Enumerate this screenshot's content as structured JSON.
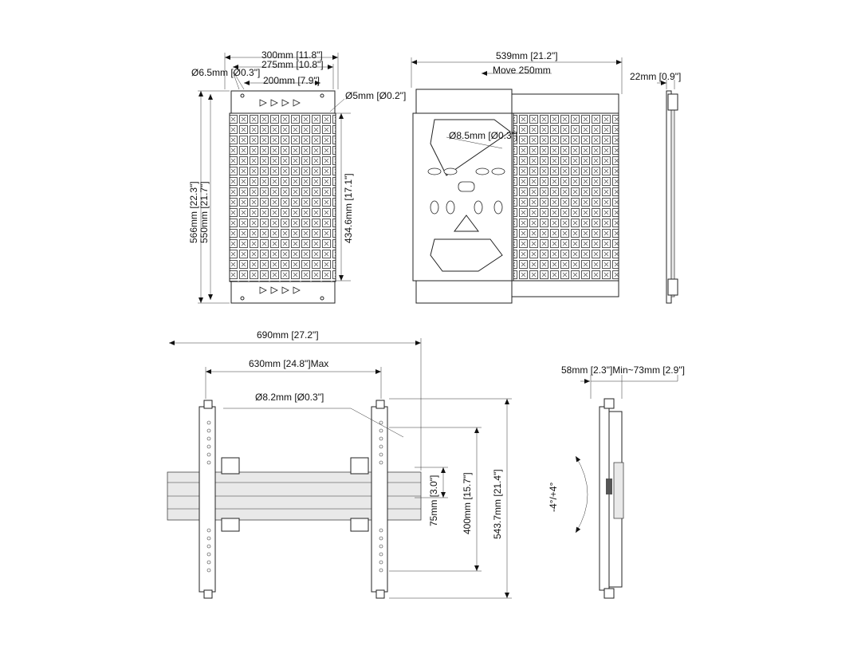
{
  "front_view": {
    "dim_width_outer": "300mm [11.8\"]",
    "dim_width_holes": "275mm [10.8\"]",
    "dim_hole_dia": "Ø6.5mm [Ø0.3\"]",
    "dim_width_inner": "200mm [7.9\"]",
    "dim_small_hole": "Ø5mm [Ø0.2\"]",
    "dim_height_outer": "566mm [22.3\"]",
    "dim_height_inner": "550mm [21.7\"]",
    "dim_height_plate": "434.6mm [17.1\"]"
  },
  "extended_view": {
    "dim_width": "539mm [21.2\"]",
    "dim_move": "Move 250mm",
    "dim_hole_dia": "Ø8.5mm [Ø0.3\"]"
  },
  "side_view_top": {
    "dim_depth": "22mm [0.9\"]"
  },
  "rail_view": {
    "dim_total_width": "690mm [27.2\"]",
    "dim_max_width": "630mm [24.8\"]Max",
    "dim_hole_dia": "Ø8.2mm [Ø0.3\"]",
    "dim_75": "75mm [3.0\"]",
    "dim_400": "400mm [15.7\"]",
    "dim_543": "543.7mm [21.4\"]"
  },
  "tilt_view": {
    "dim_depth_range": "58mm [2.3\"]Min~73mm [2.9\"]",
    "dim_tilt": "-4°/+4°"
  }
}
